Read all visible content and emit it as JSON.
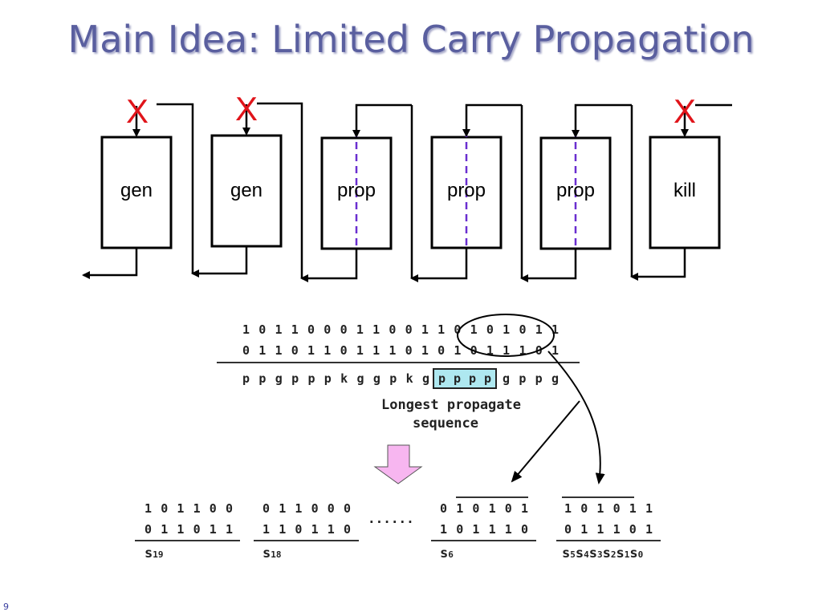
{
  "slide": {
    "title": "Main Idea: Limited Carry Propagation",
    "page_number": "9"
  },
  "top_diagram": {
    "blocks": [
      {
        "label": "gen",
        "kind": "gen",
        "x_mark": true
      },
      {
        "label": "gen",
        "kind": "gen",
        "x_mark": true
      },
      {
        "label": "prop",
        "kind": "prop",
        "x_mark": false
      },
      {
        "label": "prop",
        "kind": "prop",
        "x_mark": false
      },
      {
        "label": "prop",
        "kind": "prop",
        "x_mark": false
      },
      {
        "label": "kill",
        "kind": "kill",
        "x_mark": true
      }
    ],
    "x_mark_text": "X",
    "colors": {
      "x_mark": "#e0141a",
      "dashed_line": "#6a2fd0",
      "title": "#5a5f9f"
    }
  },
  "bottom_diagram": {
    "operand_a": "1 0 1 1 0 0 0 1 1 0 0 1 1 0 1 0 1 0 1 1",
    "operand_b": "0 1 1 0 1 1 0 1 1 1 0 1 0 1 0 1 1 1 0 1",
    "pgk_left": "p p g p p p k g g p k g",
    "pgk_highlight": "p p p p",
    "pgk_right": "g p p g",
    "caption_line1": "Longest propagate",
    "caption_line2": "sequence",
    "highlight_color": "#aee8f0",
    "arrow_color": "#f7b6f0",
    "ellipsis": "......",
    "chunks": [
      {
        "a": "1 0 1 1 0 0",
        "b": "0 1 1 0 1 1",
        "sum": "s19",
        "sum_base": "s",
        "sum_sub": "19",
        "overline": false
      },
      {
        "a": "0 1 1 0 0 0",
        "b": "1 1 0 1 1 0",
        "sum": "s18",
        "sum_base": "s",
        "sum_sub": "18",
        "overline": false
      },
      {
        "a": "0 1 0 1 0 1",
        "b": "1 0 1 1 1 0",
        "sum": "s6",
        "sum_base": "s",
        "sum_sub": "6",
        "overline": true
      },
      {
        "a": "1 0 1 0 1 1",
        "b": "0 1 1 1 0 1",
        "sum": "s5s4s3s2s1s0",
        "overline": true,
        "sum_parts": [
          {
            "base": "s",
            "sub": "5"
          },
          {
            "base": "s",
            "sub": "4"
          },
          {
            "base": "s",
            "sub": "3"
          },
          {
            "base": "s",
            "sub": "2"
          },
          {
            "base": "s",
            "sub": "1"
          },
          {
            "base": "s",
            "sub": "0"
          }
        ]
      }
    ]
  }
}
